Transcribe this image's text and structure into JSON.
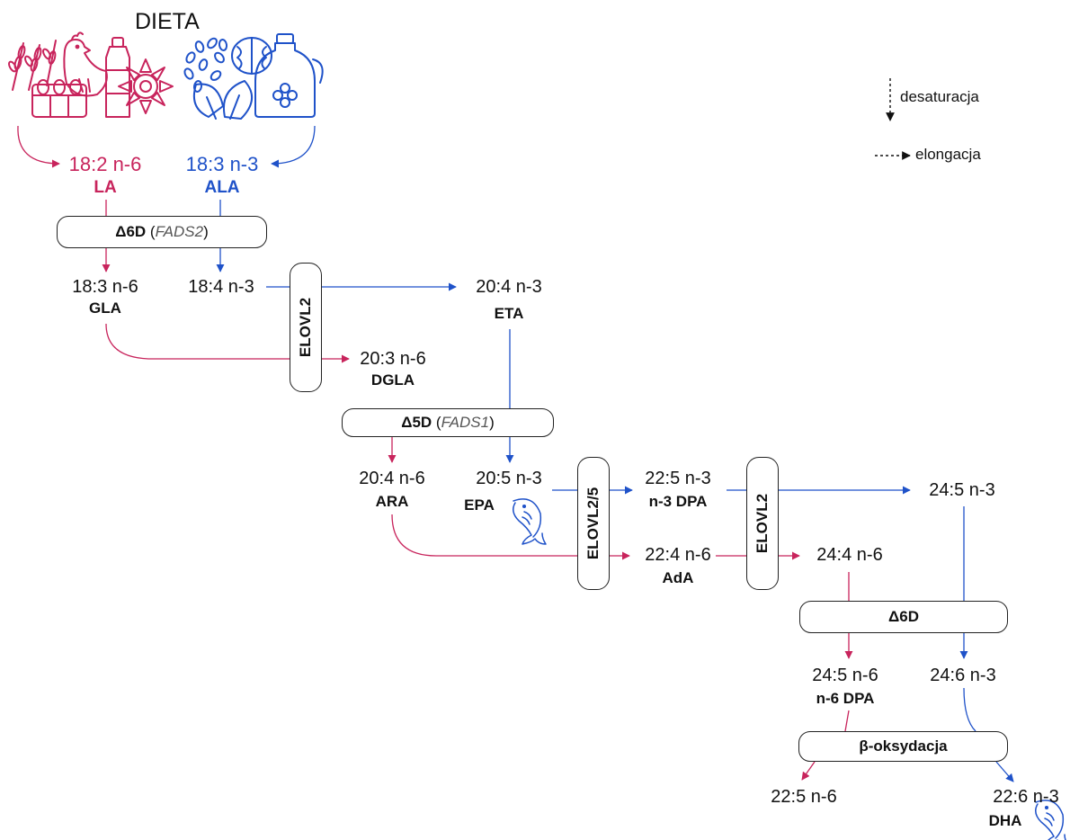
{
  "diet": {
    "title": "DIETA",
    "n6_sources_icon": "grain-chicken-eggs-oil-sunflower-icon",
    "n3_sources_icon": "seeds-walnut-leafy-greens-oil-icon"
  },
  "legend": {
    "desaturation": "desaturacja",
    "elongation": "elongacja"
  },
  "colors": {
    "n6": "#c8245c",
    "n3": "#1f52c9",
    "neutral": "#222222"
  },
  "nodes": {
    "la": {
      "formula": "18:2 n-6",
      "abbr": "LA"
    },
    "ala": {
      "formula": "18:3 n-3",
      "abbr": "ALA"
    },
    "gla": {
      "formula": "18:3 n-6",
      "abbr": "GLA"
    },
    "sda": {
      "formula": "18:4 n-3"
    },
    "eta": {
      "formula": "20:4 n-3",
      "abbr": "ETA"
    },
    "dgla": {
      "formula": "20:3 n-6",
      "abbr": "DGLA"
    },
    "ara": {
      "formula": "20:4 n-6",
      "abbr": "ARA"
    },
    "epa": {
      "formula": "20:5 n-3",
      "abbr": "EPA"
    },
    "dpa3": {
      "formula": "22:5 n-3",
      "abbr": "n-3 DPA"
    },
    "ada": {
      "formula": "22:4 n-6",
      "abbr": "AdA"
    },
    "tpa3": {
      "formula": "24:5 n-3"
    },
    "tta6": {
      "formula": "24:4 n-6"
    },
    "tpa6": {
      "formula": "24:5 n-6",
      "abbr": "n-6 DPA"
    },
    "tha3": {
      "formula": "24:6 n-3"
    },
    "dpa6": {
      "formula": "22:5 n-6"
    },
    "dha": {
      "formula": "22:6 n-3",
      "abbr": "DHA"
    }
  },
  "enzymes": {
    "d6d_top": {
      "name": "Δ6D",
      "gene": "FADS2"
    },
    "d5d": {
      "name": "Δ5D",
      "gene": "FADS1"
    },
    "elovl2_a": {
      "name": "ELOVL2"
    },
    "elovl25": {
      "name": "ELOVL2/5"
    },
    "elovl2_b": {
      "name": "ELOVL2"
    },
    "d6d_bottom": {
      "name": "Δ6D"
    },
    "beta_ox": {
      "name": "β-oksydacja"
    }
  },
  "fish_icon": "fish-icon"
}
